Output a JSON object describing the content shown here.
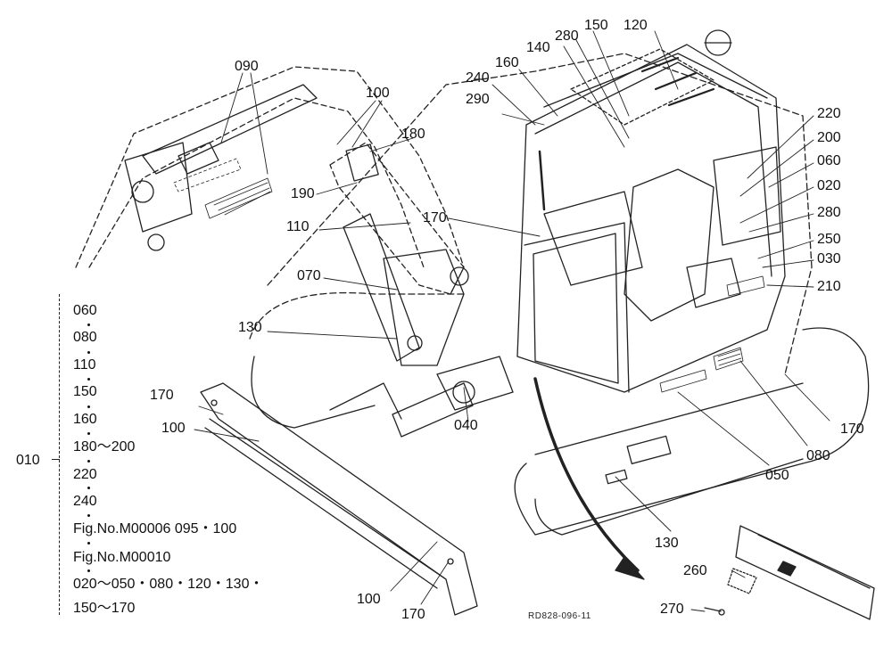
{
  "callouts": [
    "090",
    "100",
    "100",
    "180",
    "190",
    "110",
    "170",
    "070",
    "130",
    "290",
    "240",
    "160",
    "140",
    "280",
    "150",
    "120",
    "220",
    "200",
    "060",
    "020",
    "280",
    "250",
    "030",
    "210",
    "170",
    "100",
    "040",
    "050",
    "080",
    "170",
    "130",
    "260",
    "270",
    "100",
    "170"
  ],
  "kit": {
    "label": "010",
    "lines": [
      "060",
      "080",
      "110",
      "150",
      "160",
      "180～200",
      "220",
      "240",
      "Fig.No.M00006  095・100",
      "Fig.No.M00010",
      "020～050・080・120・130・",
      "150～170"
    ]
  },
  "ref_code": "RD828-096-11"
}
